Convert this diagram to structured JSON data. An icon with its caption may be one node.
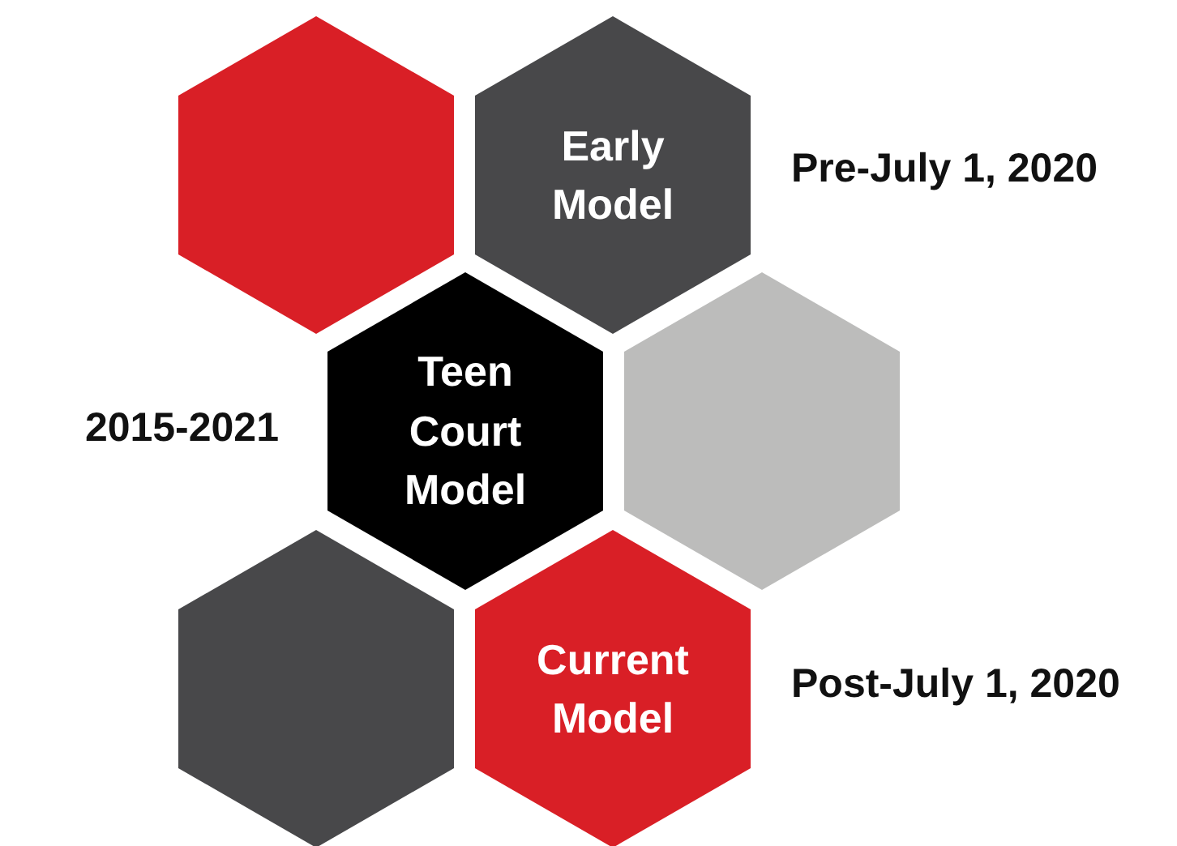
{
  "diagram": {
    "nodes": [
      {
        "text": [],
        "shape": "hexagon"
      },
      {
        "text": [
          "Early Model"
        ],
        "beside": [
          "Pre-July 1, 2020"
        ]
      },
      {
        "text": [
          "Teen Court Model"
        ],
        "beside": [
          "2015-2021"
        ]
      },
      {
        "text": [],
        "shape": "hexagon"
      },
      {
        "text": [],
        "shape": "hexagon"
      },
      {
        "text": [
          "Current Model"
        ],
        "beside": [
          "Post-July 1, 2020"
        ]
      }
    ]
  }
}
